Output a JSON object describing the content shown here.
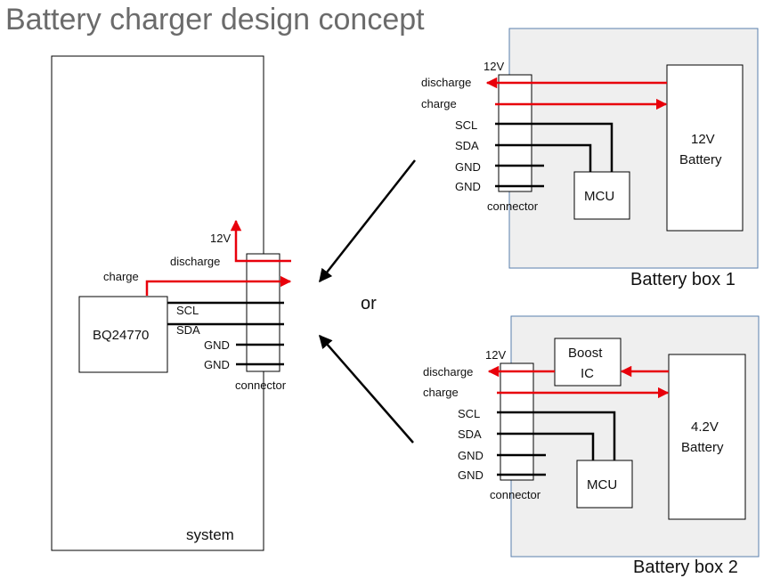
{
  "title": "Battery charger design concept",
  "colors": {
    "signal_red": "#e8000b",
    "wire_black": "#000000",
    "box_fill": "#efefef",
    "box_border": "#5a7fae",
    "title_gray": "#6b6b6b"
  },
  "system": {
    "label": "system",
    "chip": "BQ24770",
    "connector_label": "connector",
    "pins": {
      "v12": "12V",
      "discharge": "discharge",
      "charge": "charge",
      "scl": "SCL",
      "sda": "SDA",
      "gnd1": "GND",
      "gnd2": "GND"
    }
  },
  "or_label": "or",
  "box1": {
    "caption": "Battery box 1",
    "battery_line1": "12V",
    "battery_line2": "Battery",
    "mcu": "MCU",
    "connector_label": "connector",
    "pins": {
      "v12": "12V",
      "discharge": "discharge",
      "charge": "charge",
      "scl": "SCL",
      "sda": "SDA",
      "gnd1": "GND",
      "gnd2": "GND"
    }
  },
  "box2": {
    "caption": "Battery box 2",
    "battery_line1": "4.2V",
    "battery_line2": "Battery",
    "boost_line1": "Boost",
    "boost_line2": "IC",
    "mcu": "MCU",
    "connector_label": "connector",
    "pins": {
      "v12": "12V",
      "discharge": "discharge",
      "charge": "charge",
      "scl": "SCL",
      "sda": "SDA",
      "gnd1": "GND",
      "gnd2": "GND"
    }
  }
}
